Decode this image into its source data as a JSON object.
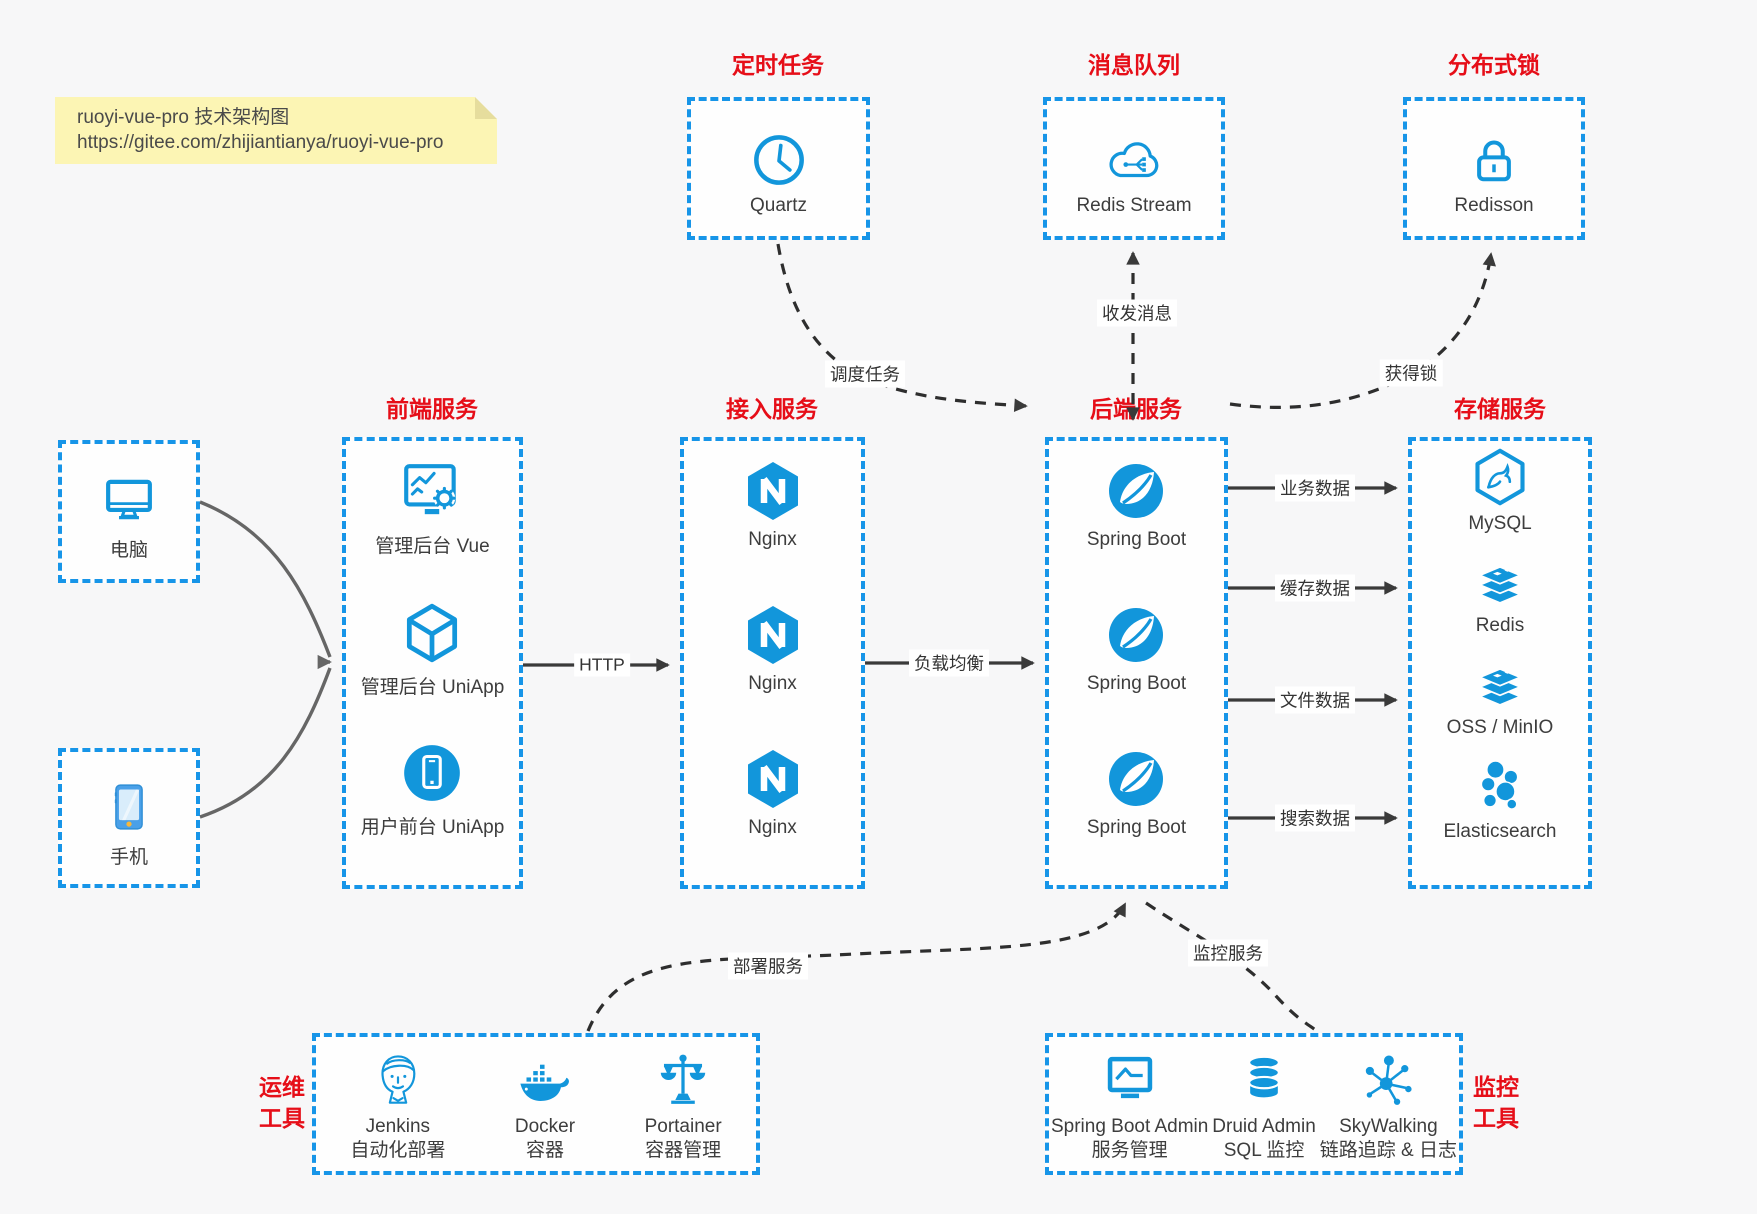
{
  "colors": {
    "accent_blue": "#1296db",
    "border_blue": "#1795e8",
    "title_red": "#e60e18",
    "note_bg": "#fcf5b4",
    "arrow_dark": "#333333",
    "client_line_gray": "#666666",
    "canvas_bg": "#f7f7f8"
  },
  "note": {
    "line1": "ruoyi-vue-pro 技术架构图",
    "line2": "https://gitee.com/zhijiantianya/ruoyi-vue-pro"
  },
  "top_services": [
    {
      "title": "定时任务",
      "label": "Quartz",
      "icon": "clock-icon"
    },
    {
      "title": "消息队列",
      "label": "Redis Stream",
      "icon": "cloud-stream-icon"
    },
    {
      "title": "分布式锁",
      "label": "Redisson",
      "icon": "lock-icon"
    }
  ],
  "clients": [
    {
      "label": "电脑",
      "icon": "desktop-icon"
    },
    {
      "label": "手机",
      "icon": "mobile-icon"
    }
  ],
  "columns": {
    "frontend": {
      "title": "前端服务",
      "items": [
        {
          "label": "管理后台 Vue",
          "icon": "admin-vue-icon"
        },
        {
          "label": "管理后台 UniApp",
          "icon": "cube-icon"
        },
        {
          "label": "用户前台 UniApp",
          "icon": "user-app-icon"
        }
      ]
    },
    "gateway": {
      "title": "接入服务",
      "items": [
        {
          "label": "Nginx",
          "icon": "nginx-icon"
        },
        {
          "label": "Nginx",
          "icon": "nginx-icon"
        },
        {
          "label": "Nginx",
          "icon": "nginx-icon"
        }
      ]
    },
    "backend": {
      "title": "后端服务",
      "items": [
        {
          "label": "Spring Boot",
          "icon": "spring-icon"
        },
        {
          "label": "Spring Boot",
          "icon": "spring-icon"
        },
        {
          "label": "Spring Boot",
          "icon": "spring-icon"
        }
      ]
    },
    "storage": {
      "title": "存储服务",
      "items": [
        {
          "label": "MySQL",
          "icon": "mysql-icon"
        },
        {
          "label": "Redis",
          "icon": "redis-icon"
        },
        {
          "label": "OSS / MinIO",
          "icon": "redis-icon"
        },
        {
          "label": "Elasticsearch",
          "icon": "elasticsearch-icon"
        }
      ]
    }
  },
  "ops": {
    "title_line1": "运维",
    "title_line2": "工具",
    "items": [
      {
        "name": "Jenkins",
        "desc": "自动化部署",
        "icon": "jenkins-icon"
      },
      {
        "name": "Docker",
        "desc": "容器",
        "icon": "docker-icon"
      },
      {
        "name": "Portainer",
        "desc": "容器管理",
        "icon": "portainer-icon"
      }
    ]
  },
  "monitoring": {
    "title_line1": "监控",
    "title_line2": "工具",
    "items": [
      {
        "name": "Spring Boot Admin",
        "desc": "服务管理",
        "icon": "monitor-chart-icon"
      },
      {
        "name": "Druid Admin",
        "desc": "SQL 监控",
        "icon": "database-icon"
      },
      {
        "name": "SkyWalking",
        "desc": "链路追踪 & 日志",
        "icon": "topology-icon"
      }
    ]
  },
  "edges": {
    "http": "HTTP",
    "load_balance": "负载均衡",
    "schedule_task": "调度任务",
    "send_receive_message": "收发消息",
    "acquire_lock": "获得锁",
    "business_data": "业务数据",
    "cache_data": "缓存数据",
    "file_data": "文件数据",
    "search_data": "搜索数据",
    "deploy_service": "部署服务",
    "monitor_service": "监控服务"
  }
}
